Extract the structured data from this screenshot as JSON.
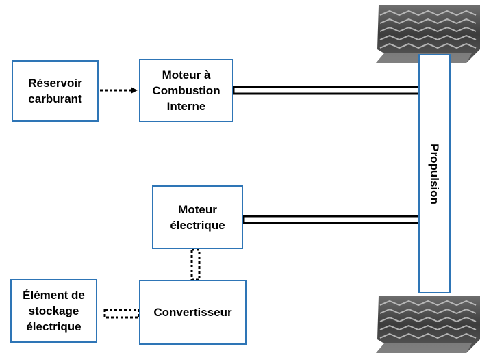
{
  "nodes": {
    "fuel_tank": "Réservoir\ncarburant",
    "ice": "Moteur à\nCombustion\nInterne",
    "electric_motor": "Moteur\nélectrique",
    "storage": "Élément de\nstockage\nélectrique",
    "converter": "Convertisseur",
    "propulsion": "Propulsion"
  },
  "colors": {
    "box_border": "#2e75b6",
    "shaft": "#000000",
    "tire": "#4a4a4a"
  }
}
